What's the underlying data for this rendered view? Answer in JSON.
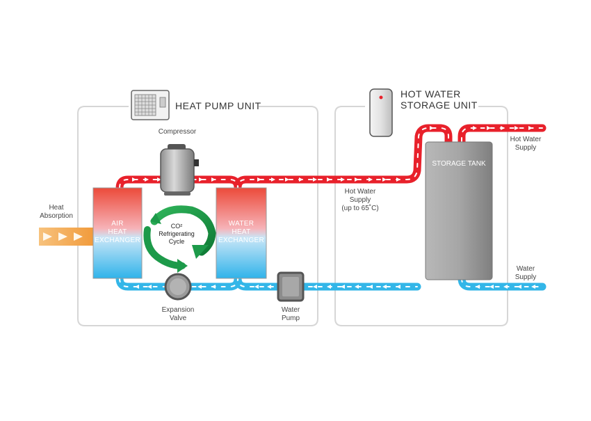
{
  "sections": {
    "heat_pump_unit": "HEAT PUMP UNIT",
    "hot_water_storage_line1": "HOT WATER",
    "hot_water_storage_line2": "STORAGE UNIT"
  },
  "components": {
    "compressor": "Compressor",
    "air_hx": [
      "AIR",
      "HEAT",
      "EXCHANGER"
    ],
    "water_hx": [
      "WATER",
      "HEAT",
      "EXCHANGER"
    ],
    "co2_cycle": [
      "CO²",
      "Refrigerating",
      "Cycle"
    ],
    "expansion_valve": [
      "Expansion",
      "Valve"
    ],
    "water_pump": [
      "Water",
      "Pump"
    ],
    "storage_tank": "STORAGE TANK"
  },
  "flows": {
    "heat_absorption": [
      "Heat",
      "Absorption"
    ],
    "hot_water_supply_mid": [
      "Hot Water",
      "Supply",
      "(up to 65˚C)"
    ],
    "hot_water_supply_out": [
      "Hot Water",
      "Supply"
    ],
    "water_supply_in": [
      "Water",
      "Supply"
    ]
  },
  "colors": {
    "hot_pipe": "#e8212b",
    "cold_pipe": "#33b6e8",
    "heat_input": "#f6b25c",
    "cycle_arrow": "#1d9a4a",
    "tank": "#9a9a9a",
    "box_outline": "#d6d6d6"
  }
}
